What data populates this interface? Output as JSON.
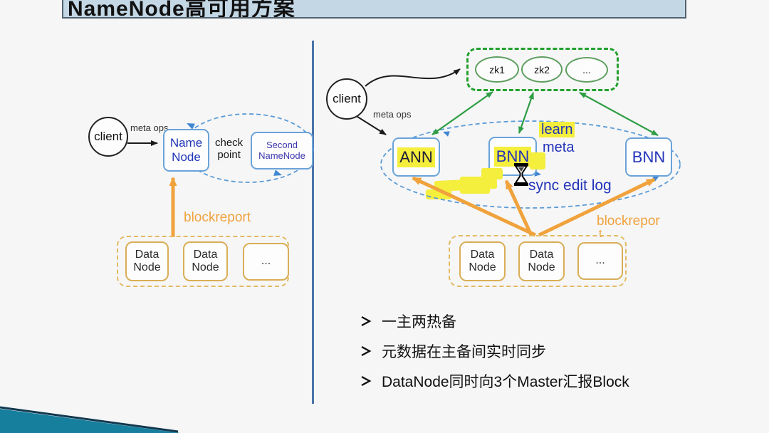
{
  "slide": {
    "title": "NameNode高可用方案"
  },
  "left": {
    "client_label": "client",
    "meta_ops_label": "meta ops",
    "namenode_label": "Name\nNode",
    "checkpoint_label": "check\npoint",
    "secondary_namenode_label": "Second\nNameNode",
    "blockreport_label": "blockreport",
    "datanode_labels": [
      "Data\nNode",
      "Data\nNode",
      "..."
    ]
  },
  "right": {
    "client_label": "client",
    "meta_ops_label": "meta ops",
    "zk_labels": [
      "zk1",
      "zk2",
      "..."
    ],
    "ann_label": "ANN",
    "bnn1_label": "BNN",
    "bnn2_label": "BNN",
    "learn_label": "learn",
    "meta_label": "meta",
    "sync_label": "sync edit log",
    "blockreport_label": "blockrepor",
    "blockreport_overflow": "t",
    "datanode_labels": [
      "Data\nNode",
      "Data\nNode",
      "..."
    ]
  },
  "bullets": [
    "一主两热备",
    "元数据在主备间实时同步",
    "DataNode同时向3个Master汇报Block"
  ],
  "colors": {
    "title_bg": "#c3d7e5",
    "accent_blue": "#5b9bd5",
    "node_text_blue": "#2233b8",
    "green": "#2f9e44",
    "orange": "#f0a23c",
    "yellow_highlight": "#f4ee3c",
    "divider_blue": "#4a74a8",
    "teal_wedge": "#177f9e"
  }
}
